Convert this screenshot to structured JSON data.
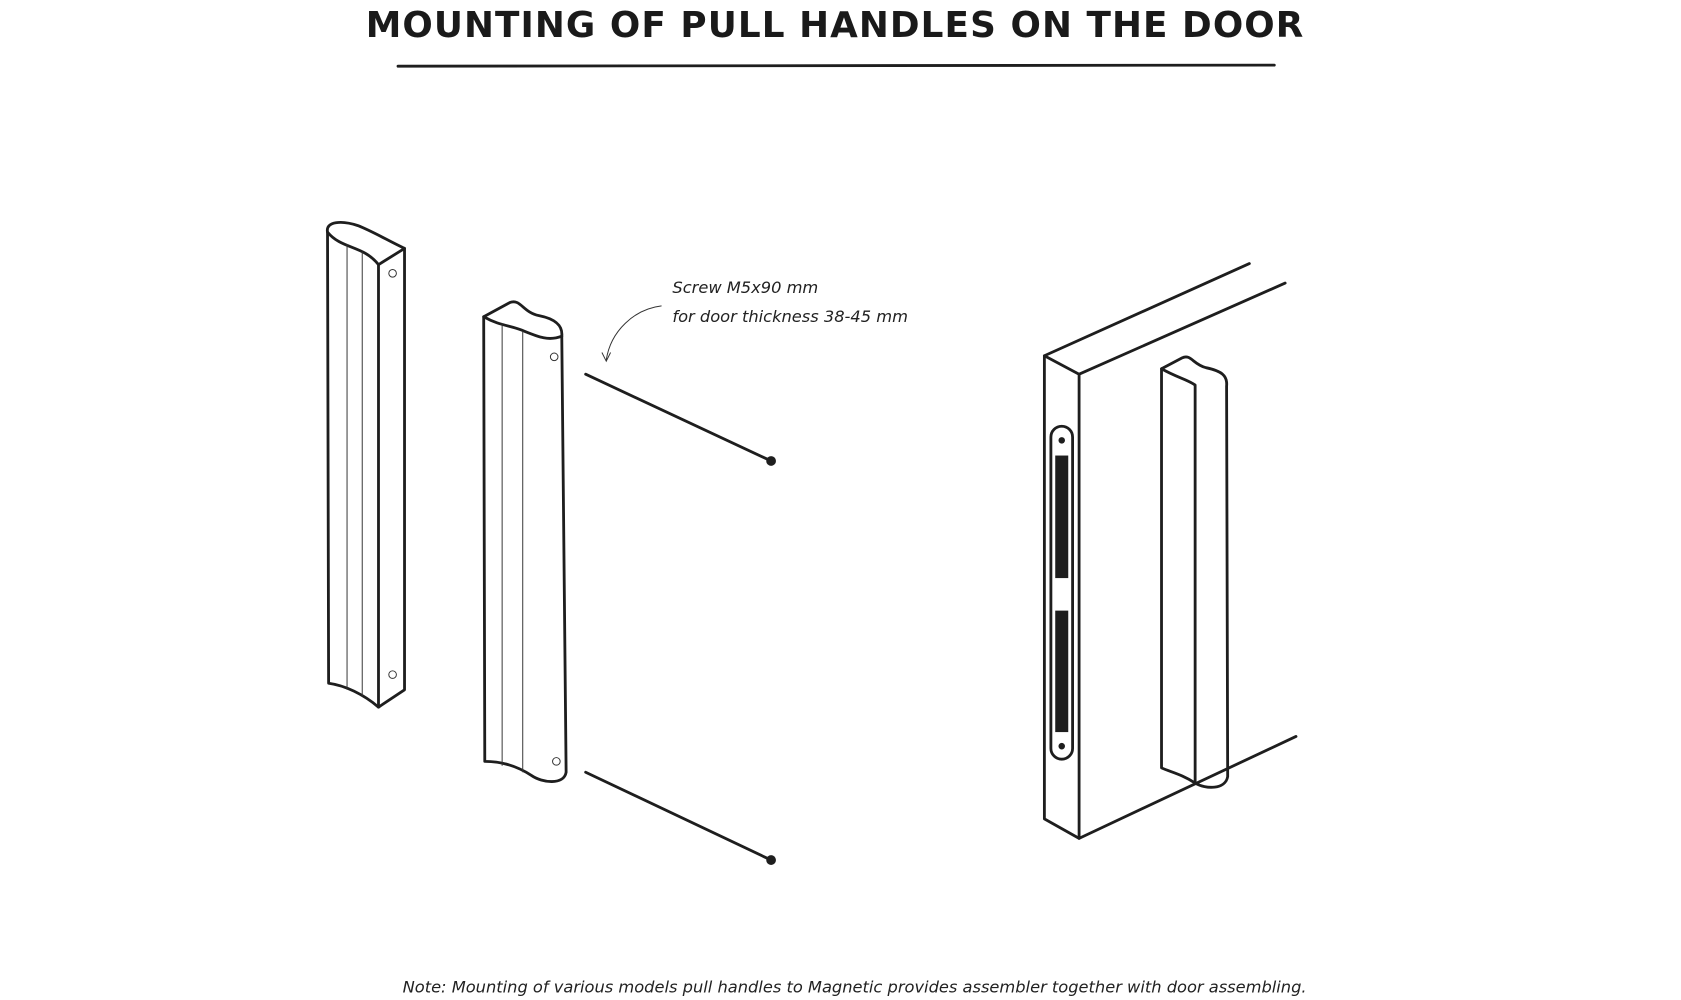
{
  "title": "MOUNTING OF PULL HANDLES ON THE DOOR",
  "annotation": {
    "line1": "Screw M5x90 mm",
    "line2": "for door thickness 38-45 mm"
  },
  "note": "Note: Mounting of various models pull handles to Magnetic provides assembler together with door assembling."
}
